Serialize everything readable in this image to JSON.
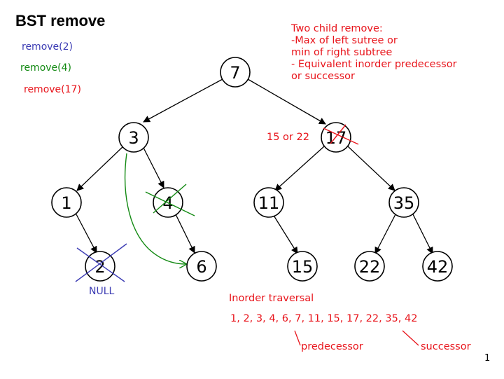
{
  "title": "BST remove",
  "operations": [
    {
      "label": "remove(2)",
      "color": "#3b3bb3"
    },
    {
      "label": "remove(4)",
      "color": "#138a13"
    },
    {
      "label": "remove(17)",
      "color": "#e8141b"
    }
  ],
  "note_lines": [
    "Two child remove:",
    "-Max of left sutree or",
    "min of right subtree",
    "- Equivalent inorder predecessor",
    "or successor"
  ],
  "replacement_options": "15 or 22",
  "null_label": "NULL",
  "inorder": {
    "heading": "Inorder traversal",
    "sequence": "1, 2, 3, 4, 6, 7, 11, 15, 17, 22, 35, 42",
    "predecessor_label": "predecessor",
    "successor_label": "successor"
  },
  "nodes": {
    "n7": "7",
    "n3": "3",
    "n17": "17",
    "n1": "1",
    "n4": "4",
    "n11": "11",
    "n35": "35",
    "n2": "2",
    "n6": "6",
    "n15": "15",
    "n22": "22",
    "n42": "42"
  },
  "colors": {
    "blue": "#3b3bb3",
    "green": "#138a13",
    "red": "#e8141b"
  },
  "page_number": "1"
}
